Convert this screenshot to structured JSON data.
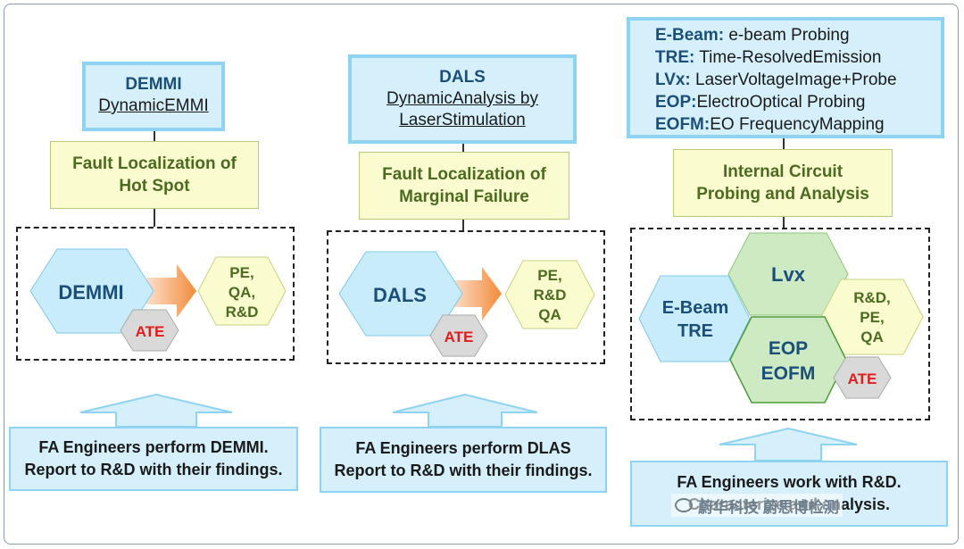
{
  "col1": {
    "title": "DEMMI",
    "subtitle": "DynamicEMMI",
    "purpose_line1": "Fault Localization of",
    "purpose_line2": "Hot Spot",
    "hex_main": "DEMMI",
    "hex_target_line1": "PE,",
    "hex_target_line2": "QA,",
    "hex_target_line3": "R&D",
    "hex_ate": "ATE",
    "bottom_line1": "FA Engineers perform DEMMI.",
    "bottom_line2": "Report to R&D with their findings."
  },
  "col2": {
    "title": "DALS",
    "subtitle_line1": "DynamicAnalysis by",
    "subtitle_line2": "LaserStimulation",
    "purpose_line1": "Fault Localization of",
    "purpose_line2": "Marginal Failure",
    "hex_main": "DALS",
    "hex_target_line1": "PE,",
    "hex_target_line2": "R&D",
    "hex_target_line3": "QA",
    "hex_ate": "ATE",
    "bottom_line1": "FA Engineers perform DLAS",
    "bottom_line2": "Report to R&D with their findings."
  },
  "col3": {
    "legend": [
      {
        "key": "E-Beam:",
        "value": " e-beam Probing"
      },
      {
        "key": "TRE:",
        "value": " Time-ResolvedEmission"
      },
      {
        "key": "LVx:",
        "value": " LaserVoltageImage+Probe"
      },
      {
        "key": "EOP:",
        "value": "ElectroOptical Probing"
      },
      {
        "key": "EOFM:",
        "value": "EO FrequencyMapping"
      }
    ],
    "purpose_line1": "Internal Circuit",
    "purpose_line2": "Probing and Analysis",
    "hex_lvx": "Lvx",
    "hex_ebeam_line1": "E-Beam",
    "hex_ebeam_line2": "TRE",
    "hex_eop_line1": "EOP",
    "hex_eop_line2": "EOFM",
    "hex_target_line1": "R&D,",
    "hex_target_line2": "PE,",
    "hex_target_line3": "QA",
    "hex_ate": "ATE",
    "bottom_line1": "FA Engineers work with R&D.",
    "bottom_line2": "Characterize and analysis."
  },
  "watermark": "蔚华科技 蔚思博检测",
  "colors": {
    "hex_blue": "#c9ecfb",
    "hex_yellow": "#fbfbd0",
    "hex_green": "#cdeac3",
    "hex_grey": "#d9d9d9",
    "text_blue": "#1a4f7a",
    "text_green": "#4b6b1f",
    "text_red": "#e01e1e"
  }
}
